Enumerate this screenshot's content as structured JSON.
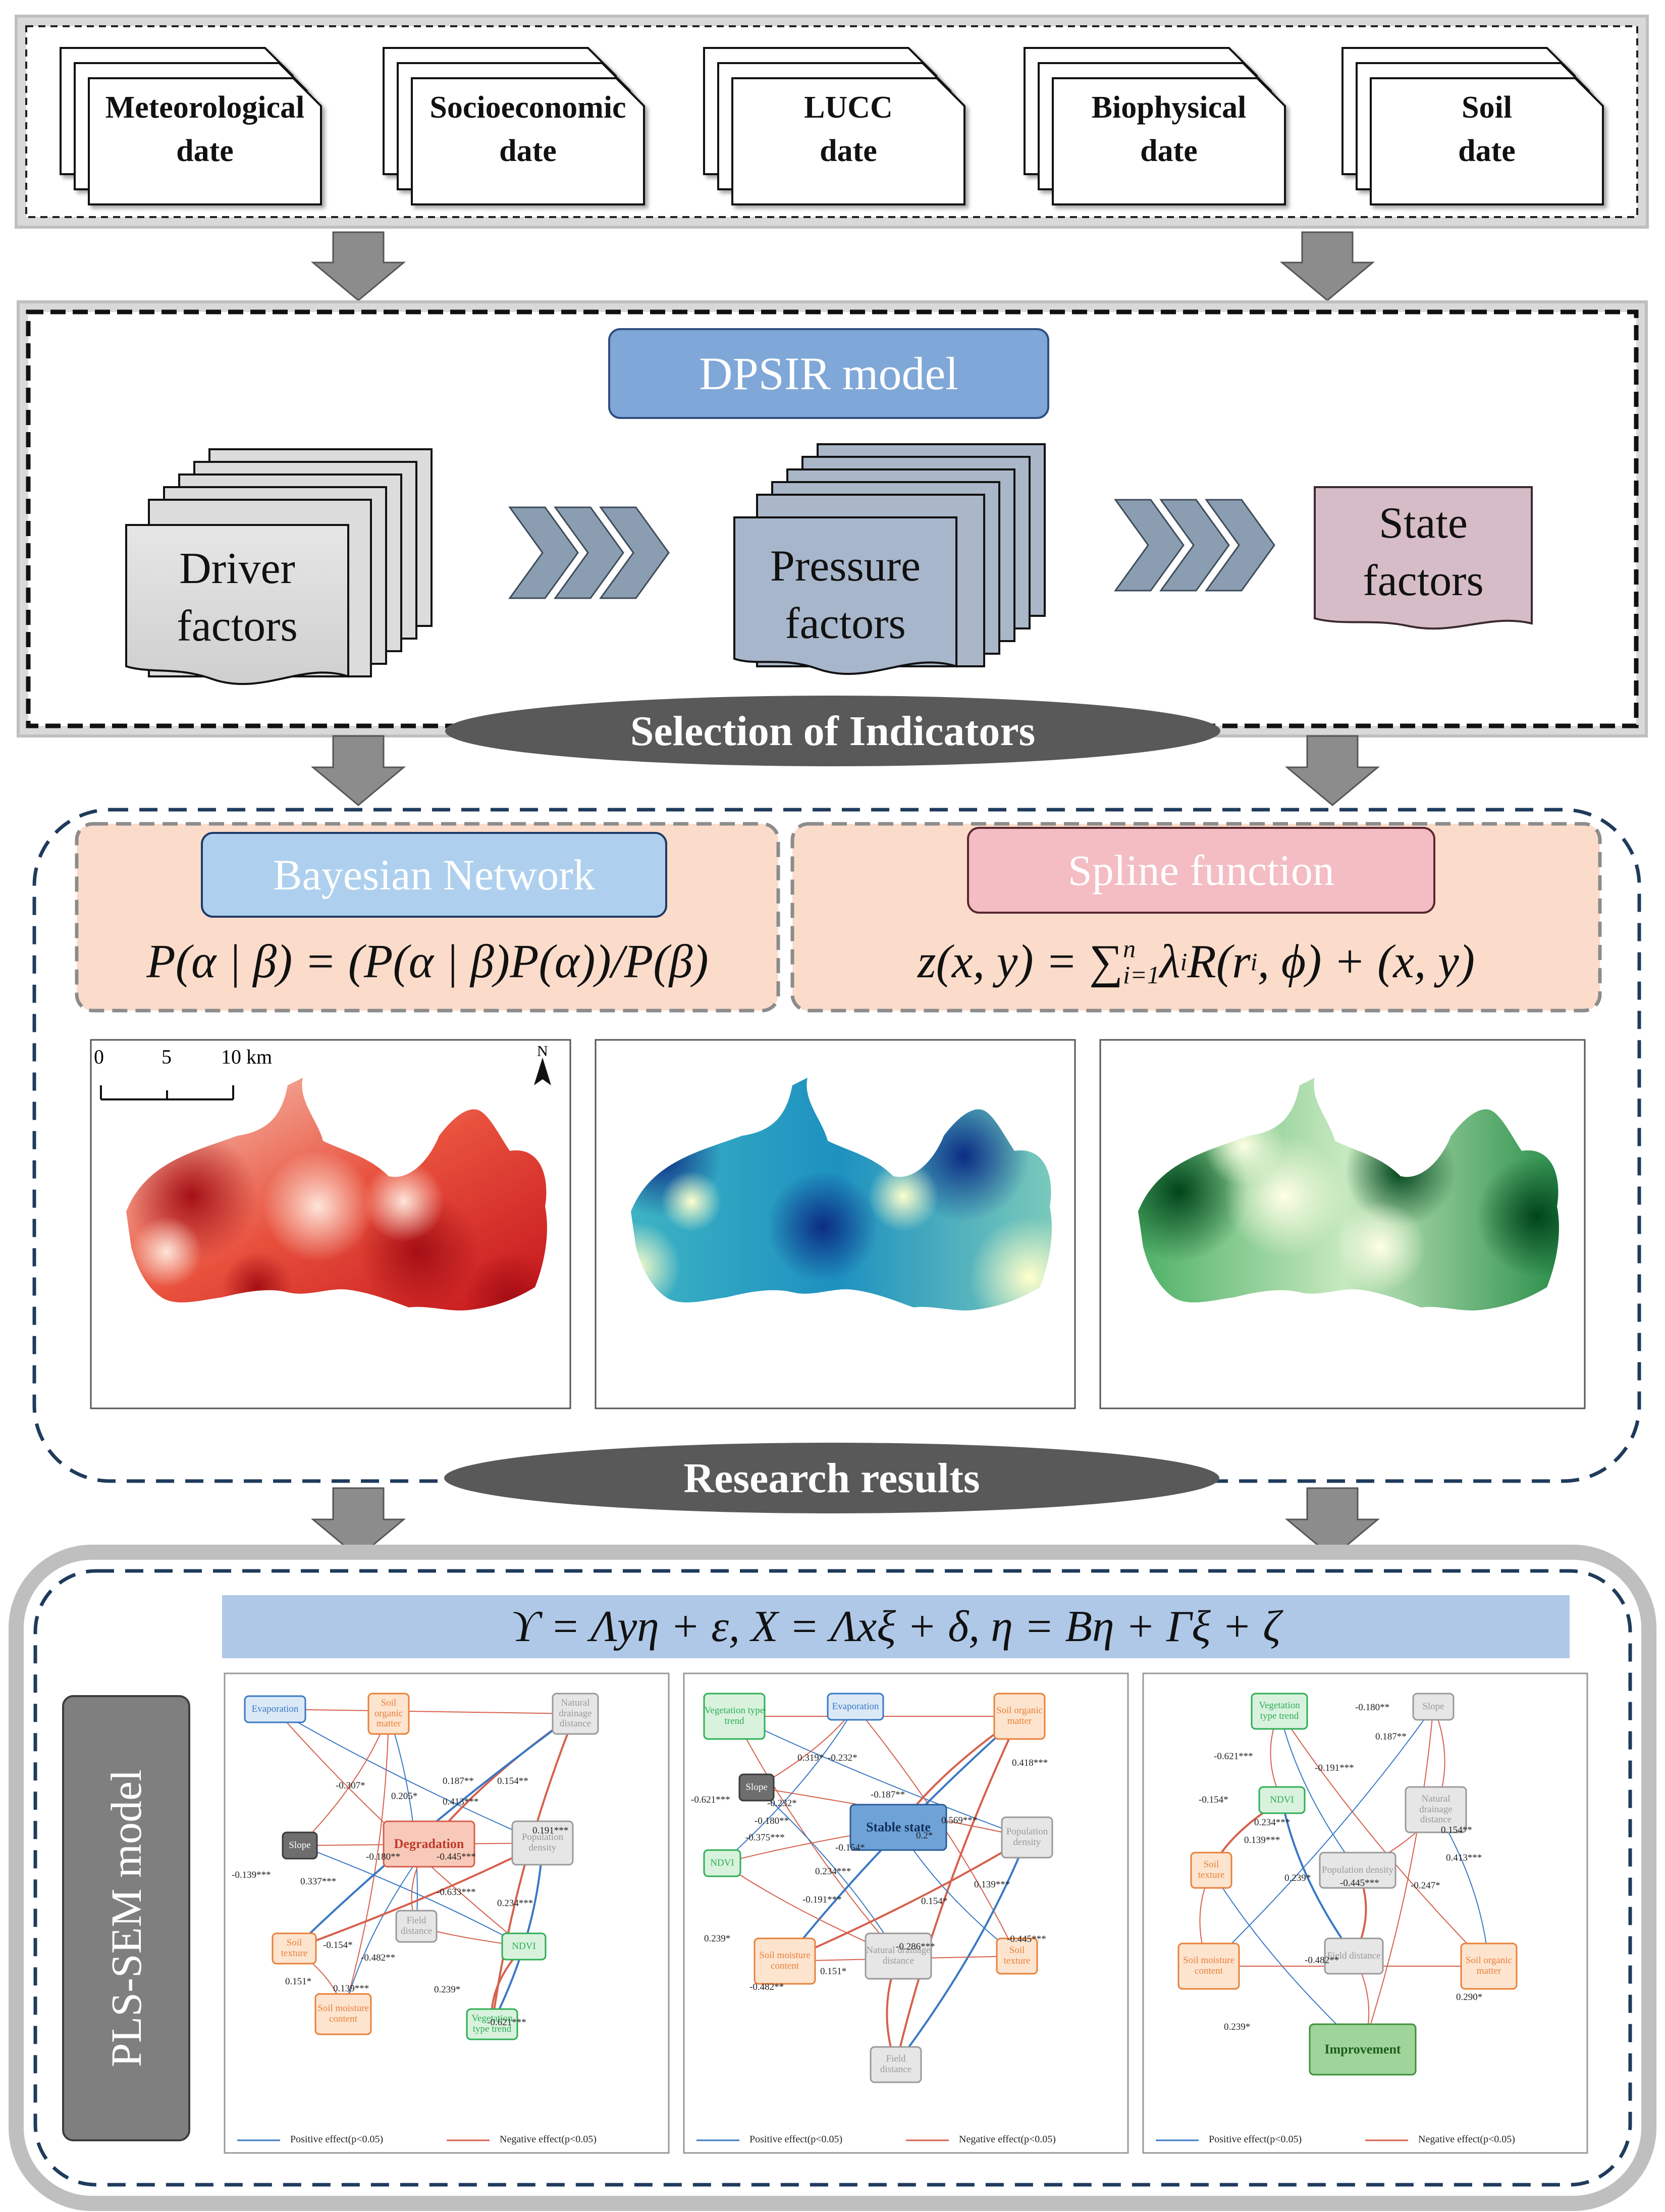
{
  "data_sources": [
    {
      "line1": "Meteorological",
      "line2": "date"
    },
    {
      "line1": "Socioeconomic",
      "line2": "date"
    },
    {
      "line1": "LUCC",
      "line2": "date"
    },
    {
      "line1": "Biophysical",
      "line2": "date"
    },
    {
      "line1": "Soil",
      "line2": "date"
    }
  ],
  "dpsir": {
    "title": "DPSIR model",
    "driver": {
      "line1": "Driver",
      "line2": "factors"
    },
    "pressure": {
      "line1": "Pressure",
      "line2": "factors"
    },
    "state": {
      "line1": "State",
      "line2": "factors"
    },
    "section_label": "Selection of Indicators"
  },
  "methods": {
    "bayes": {
      "title": "Bayesian Network",
      "formula": "P(α | β) = (P(α | β)P(α))/P(β)"
    },
    "spline": {
      "title": "Spline function",
      "formula_a": "z(x, y) = ∑",
      "formula_b": " λ",
      "formula_c": " R(r",
      "formula_d": ", ϕ) + (x, y)",
      "sup_n": "n",
      "sub_i1": "i=1",
      "sub_i": "i"
    },
    "map": {
      "scale_0": "0",
      "scale_5": "5",
      "scale_10": "10 km",
      "north": "N"
    },
    "section_label": "Research results"
  },
  "colors": {
    "ramp_red": "#c00d18",
    "ramp_blue": "#1d4f9e",
    "ramp_green": "#006d2c",
    "blue_box": "#7fa7d8",
    "pink_box": "#f4bcc3",
    "peach": "#fbdcca"
  },
  "pls": {
    "label": "PLS-SEM model",
    "equation": "ϒ = Λyη + ε,  X = Λxξ + δ,  η = Bη + Γξ + ζ",
    "legend_pos": "Positive effect(p<0.05)",
    "legend_neg": "Negative effect(p<0.05)",
    "panel1": {
      "nodes": [
        "Evaporation",
        "Soil organic matter",
        "Natural drainage distance",
        "Slope",
        "Degradation",
        "Population density",
        "Field distance",
        "Soil texture",
        "NDVI",
        "Soil moisture content",
        "Vegetation type trend"
      ],
      "coefs": [
        "-0.307*",
        "0.205*",
        "0.187**",
        "0.413***",
        "0.154**",
        "0.191***",
        "-0.180**",
        "-0.445***",
        "-0.139***",
        "0.337***",
        "-0.633***",
        "0.234***",
        "-0.154*",
        "-0.482**",
        "0.151*",
        "0.139***",
        "0.239*",
        "-0.621***"
      ]
    },
    "panel2": {
      "nodes": [
        "Vegetation type trend",
        "Evaporation",
        "Soil organic matter",
        "Slope",
        "Stable state",
        "Population density",
        "NDVI",
        "Soil moisture content",
        "Natural drainage distance",
        "Soil texture",
        "Field distance"
      ],
      "coefs": [
        "-0.621***",
        "0.319*",
        "-0.232*",
        "0.418***",
        "-0.187**",
        "-0.232*",
        "-0.180**",
        "0.569***",
        "0.2*",
        "-0.375***",
        "-0.154*",
        "0.234***",
        "-0.191***",
        "0.154*",
        "0.139***",
        "0.239*",
        "-0.286***",
        "-0.445***",
        "0.151*",
        "-0.482**"
      ]
    },
    "panel3": {
      "nodes": [
        "Vegetation type trend",
        "Slope",
        "NDVI",
        "Natural drainage distance",
        "Soil texture",
        "Population density",
        "Soil moisture content",
        "Field distance",
        "Soil organic matter",
        "Improvement"
      ],
      "coefs": [
        "-0.180**",
        "0.187**",
        "-0.621***",
        "-0.191***",
        "-0.154*",
        "0.234***",
        "0.139***",
        "0.154**",
        "0.413***",
        "0.239*",
        "-0.445***",
        "-0.247*",
        "-0.482**",
        "0.290*",
        "0.239*"
      ]
    }
  }
}
